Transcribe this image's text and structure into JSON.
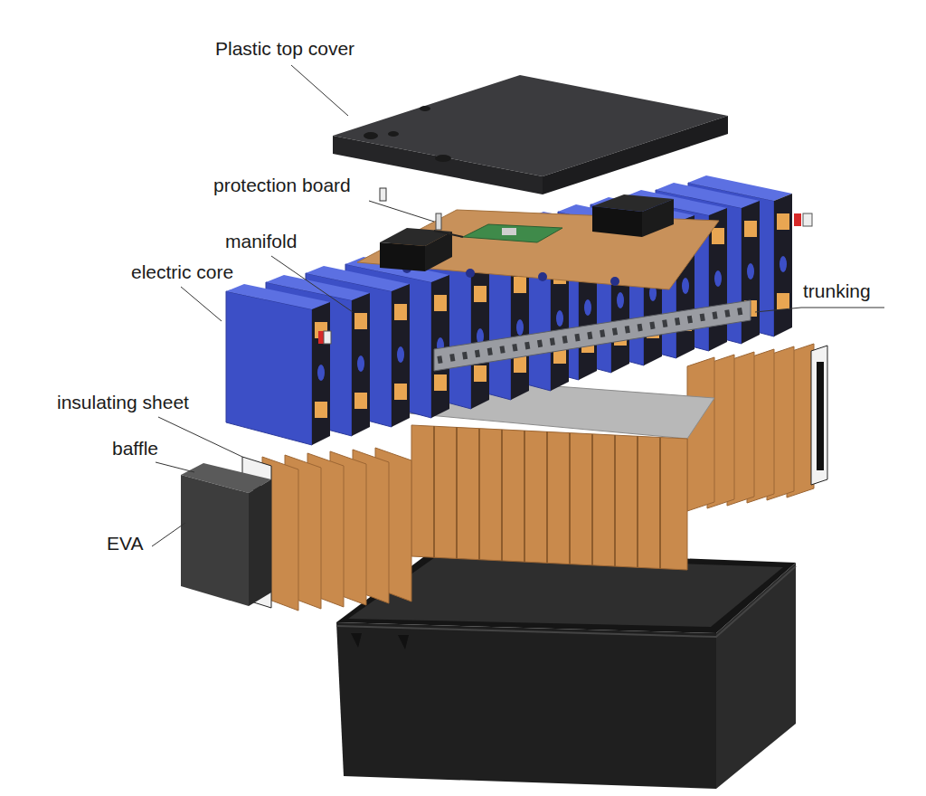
{
  "diagram": {
    "labels": [
      "Plastic top cover",
      "protection board",
      "manifold",
      "electric core",
      "trunking",
      "insulating sheet",
      "baffle",
      "EVA"
    ]
  }
}
